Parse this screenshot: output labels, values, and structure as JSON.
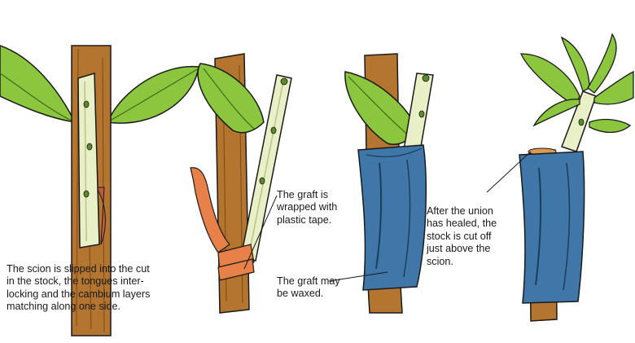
{
  "colors": {
    "background": "#ffffff",
    "stock_bark": "#b3752f",
    "stock_shade": "#7a4a18",
    "scion_wood": "#e9efc6",
    "scion_shade": "#b7c48a",
    "leaf": "#8cc63f",
    "leaf_dark": "#3d6b1a",
    "plastic_tape": "#e8804a",
    "wax_wrap": "#3f78a8",
    "wax_dark": "#1d3d5c",
    "outline": "#1a1a1a"
  },
  "icons": [
    "leaf-icon",
    "plant-stem-icon"
  ],
  "captions": {
    "step1": [
      "The scion is slipped into the cut",
      "in the stock, the tongues inter-",
      "locking and the cambium layers",
      "matching along one side."
    ],
    "step2": [
      "The graft is",
      "wrapped with",
      "plastic tape."
    ],
    "step3": [
      "The graft may",
      "be waxed."
    ],
    "step4": [
      "After the union",
      "has healed, the",
      "stock is cut off",
      "just above the",
      "scion."
    ]
  }
}
